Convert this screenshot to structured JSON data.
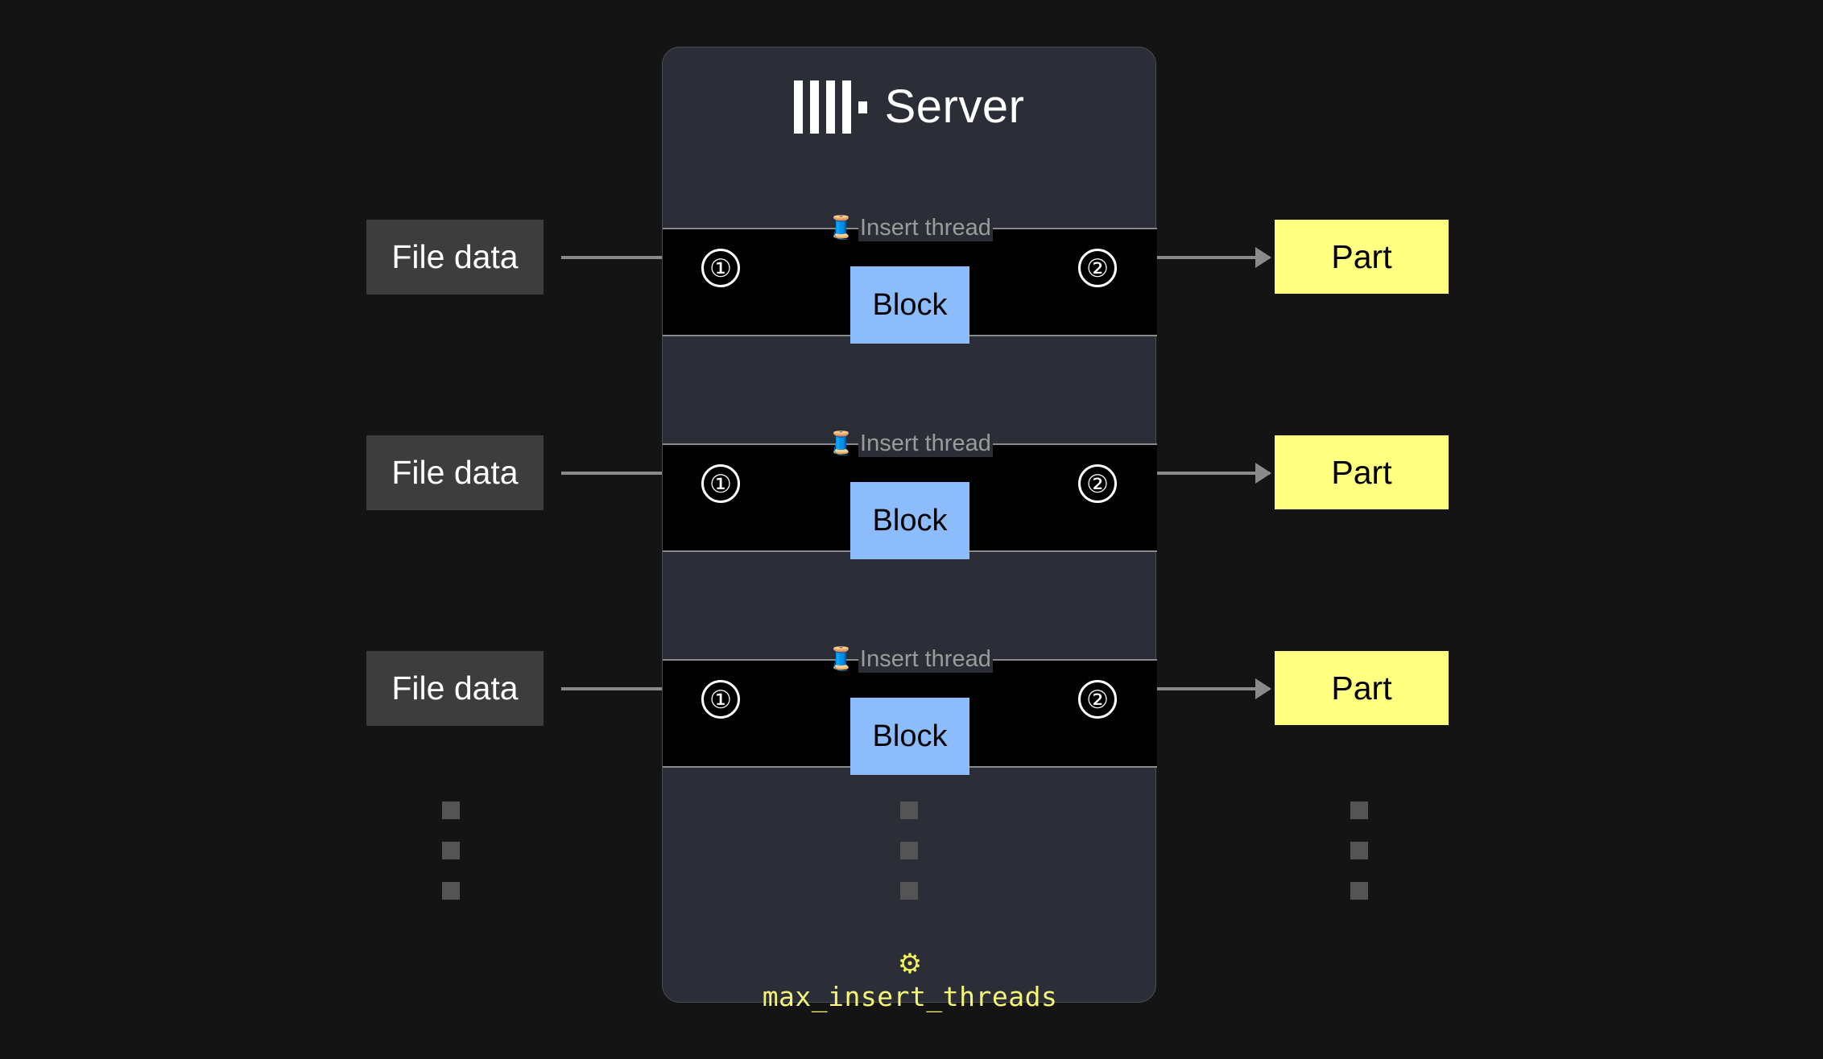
{
  "page": {
    "background_color": "#141414",
    "domain": "diagram",
    "title_text": "Server"
  },
  "server_card": {
    "background_color": "#2b2e36",
    "border_color": "#4a4d55",
    "title": "Server",
    "logo_icon": "clickhouse-logo-icon",
    "logo_bars": [
      1,
      2,
      3,
      4
    ],
    "logo_dot": "dot"
  },
  "threads": [
    {
      "label": "Insert thread",
      "spool_icon": "🧵",
      "block_label": "Block",
      "step_in": "①",
      "step_out": "②",
      "file_label": "File data",
      "part_label": "Part"
    },
    {
      "label": "Insert thread",
      "spool_icon": "🧵",
      "block_label": "Block",
      "step_in": "①",
      "step_out": "②",
      "file_label": "File data",
      "part_label": "Part"
    },
    {
      "label": "Insert thread",
      "spool_icon": "🧵",
      "block_label": "Block",
      "step_in": "①",
      "step_out": "②",
      "file_label": "File data",
      "part_label": "Part"
    }
  ],
  "ellipsis": {
    "square_count": 3,
    "color": "#545454"
  },
  "footer": {
    "gear_icon": "⚙",
    "setting_name": "max_insert_threads",
    "accent_color": "#f5f57a"
  },
  "colors": {
    "block_fill": "#8cbcfc",
    "part_fill": "#ffff80",
    "file_fill": "#3d3d3d",
    "arrow": "#8a8a8a",
    "thread_band": "#000000",
    "label_text": "#9b9b9b"
  }
}
